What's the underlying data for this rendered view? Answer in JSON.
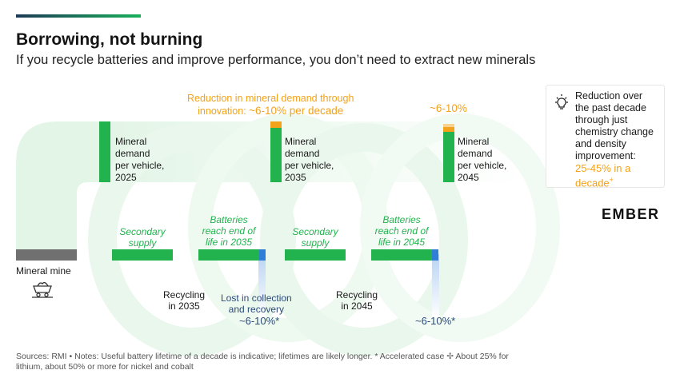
{
  "header": {
    "title": "Borrowing, not burning",
    "subtitle": "If you recycle batteries and improve performance, you don’t need to extract new minerals"
  },
  "diagram": {
    "innovation_label_line1": "Reduction in mineral demand through",
    "innovation_label_line2_prefix": "innovation: ",
    "innovation_label_line2_pct": "~6-10% per decade",
    "top_pct_2045": "~6-10%",
    "demand_2025": [
      "Mineral",
      "demand",
      "per vehicle,",
      "2025"
    ],
    "demand_2035": [
      "Mineral",
      "demand",
      "per vehicle,",
      "2035"
    ],
    "demand_2045": [
      "Mineral",
      "demand",
      "per vehicle,",
      "2045"
    ],
    "mineral_mine": "Mineral mine",
    "secondary_supply_1": [
      "Secondary",
      "supply"
    ],
    "secondary_supply_2": [
      "Secondary",
      "supply"
    ],
    "end_of_life_2035": [
      "Batteries",
      "reach end of",
      "life in 2035"
    ],
    "end_of_life_2045": [
      "Batteries",
      "reach end of",
      "life in 2045"
    ],
    "recycling_2035": [
      "Recycling",
      "in 2035"
    ],
    "recycling_2045": [
      "Recycling",
      "in 2045"
    ],
    "lost": [
      "Lost in collection",
      "and recovery"
    ],
    "lost_pct_2035": "~6-10%*",
    "lost_pct_2045": "~6-10%*"
  },
  "note": {
    "line1": "Reduction over",
    "line2": "the past decade",
    "line3": "through just",
    "line4": "chemistry change",
    "line5": "and density",
    "line6": "improvement:",
    "pct_line1": "25-45% in a",
    "pct_line2": "decade",
    "pct_mark": "+",
    "icon": "lightbulb-icon"
  },
  "logo": "EMBER",
  "footer": {
    "line1": "Sources: RMI • Notes: Useful battery lifetime of a decade is indicative; lifetimes are likely longer. * Accelerated case  ✢ About 25% for",
    "line2": "lithium, about 50% or more for nickel and cobalt"
  },
  "colors": {
    "green": "#22b34f",
    "light_green": "#e6f6ea",
    "orange": "#f3a21b",
    "blue": "#2f7fd6",
    "grey": "#6b6b6b"
  }
}
